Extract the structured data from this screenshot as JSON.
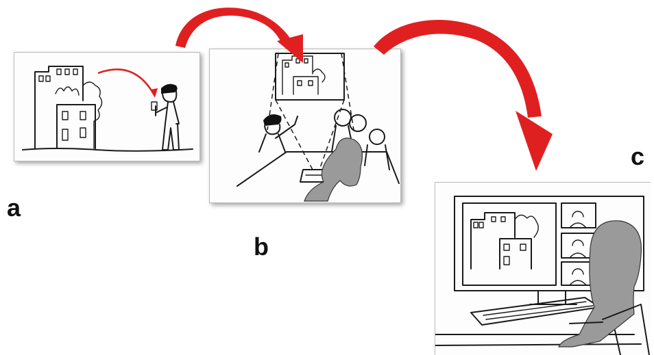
{
  "labels": {
    "a": "a",
    "b": "b",
    "c": "c"
  },
  "colors": {
    "arrow": "#e02020",
    "ink": "#1a1a1a",
    "hatch": "#9a9a9a"
  }
}
